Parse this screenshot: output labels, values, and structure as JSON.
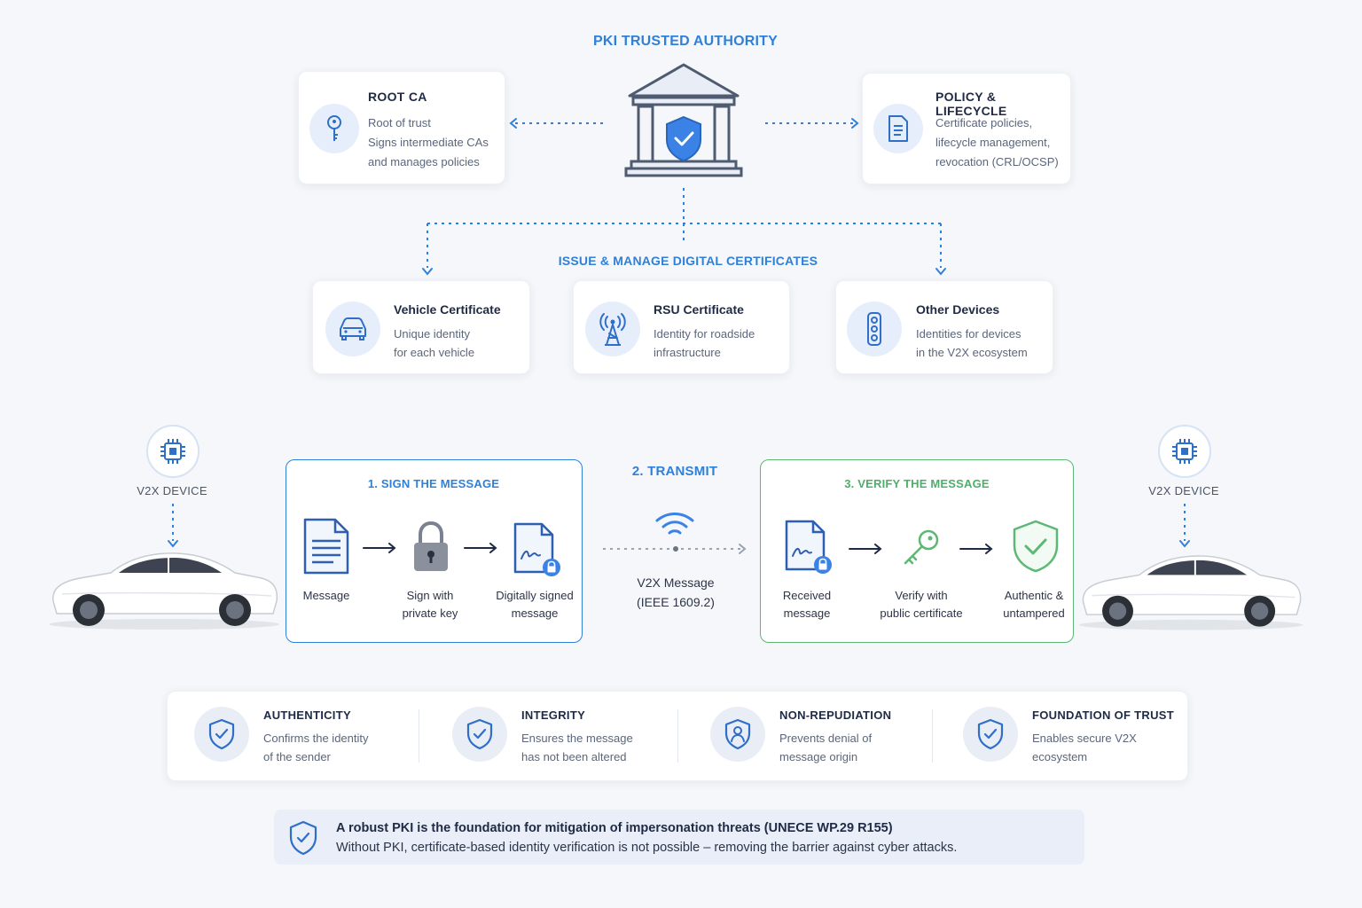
{
  "authority": {
    "title": "PKI TRUSTED AUTHORITY",
    "root_ca": {
      "title": "ROOT CA",
      "lines": [
        "Root of trust",
        "Signs intermediate CAs",
        "and manages policies"
      ],
      "icon": "key-icon"
    },
    "policy": {
      "title": "POLICY & LIFECYCLE",
      "lines": [
        "Certificate policies,",
        "lifecycle management,",
        "revocation (CRL/OCSP)"
      ],
      "icon": "document-icon"
    },
    "issue_label": "ISSUE & MANAGE DIGITAL CERTIFICATES"
  },
  "certificates": [
    {
      "title": "Vehicle Certificate",
      "lines": [
        "Unique identity",
        "for each vehicle"
      ],
      "icon": "car-icon"
    },
    {
      "title": "RSU Certificate",
      "lines": [
        "Identity for roadside",
        "infrastructure"
      ],
      "icon": "antenna-tower-icon"
    },
    {
      "title": "Other Devices",
      "lines": [
        "Identities for devices",
        "in the V2X ecosystem"
      ],
      "icon": "traffic-light-icon"
    }
  ],
  "devices": {
    "left_label": "V2X DEVICE",
    "right_label": "V2X DEVICE"
  },
  "sign": {
    "title": "1. SIGN THE MESSAGE",
    "steps": [
      {
        "lines": [
          "Message"
        ]
      },
      {
        "lines": [
          "Sign with",
          "private key"
        ]
      },
      {
        "lines": [
          "Digitally signed",
          "message"
        ]
      }
    ]
  },
  "transmit": {
    "title": "2. TRANSMIT",
    "lines": [
      "V2X Message",
      "(IEEE 1609.2)"
    ]
  },
  "verify": {
    "title": "3. VERIFY THE MESSAGE",
    "steps": [
      {
        "lines": [
          "Received",
          "message"
        ]
      },
      {
        "lines": [
          "Verify with",
          "public certificate"
        ]
      },
      {
        "lines": [
          "Authentic &",
          "untampered"
        ]
      }
    ]
  },
  "benefits": [
    {
      "title": "AUTHENTICITY",
      "lines": [
        "Confirms the identity",
        "of the sender"
      ]
    },
    {
      "title": "INTEGRITY",
      "lines": [
        "Ensures the message",
        "has not been altered"
      ]
    },
    {
      "title": "NON-REPUDIATION",
      "lines": [
        "Prevents denial of",
        "message origin"
      ]
    },
    {
      "title": "FOUNDATION OF TRUST",
      "lines": [
        "Enables secure V2X",
        "ecosystem"
      ]
    }
  ],
  "footer": {
    "line1": "A robust PKI is the foundation for mitigation of impersonation threats (UNECE WP.29 R155)",
    "line2": "Without PKI, certificate-based identity verification is not possible – removing the barrier against cyber attacks."
  },
  "colors": {
    "accent_blue": "#2f80d9",
    "accent_green": "#4caf6a",
    "text_dark": "#1f2a44"
  }
}
